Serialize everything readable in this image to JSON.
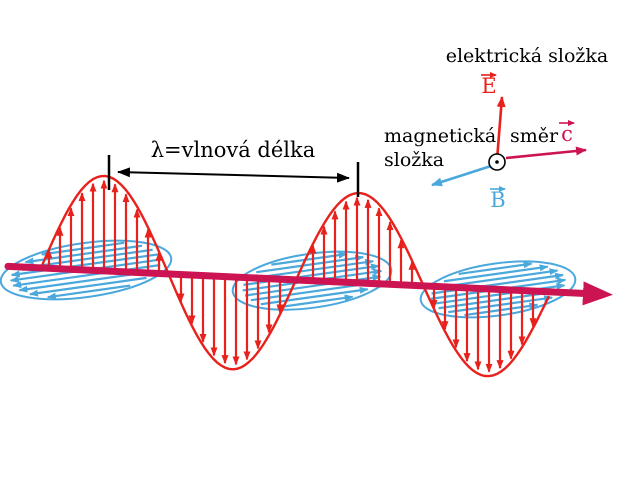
{
  "colors": {
    "electric": "#e8211c",
    "magnetic": "#4aa8dc",
    "propagation": "#cc1452",
    "ink": "#000000",
    "background": "#ffffff"
  },
  "wave": {
    "wavelength_label": "λ=vlnová délka"
  },
  "legend": {
    "electric_label": "elektrická složka",
    "magnetic_label_line1": "magnetická",
    "magnetic_label_line2": "složka",
    "direction_label": "směr",
    "e_symbol": "E",
    "b_symbol": "B",
    "c_symbol": "c"
  }
}
